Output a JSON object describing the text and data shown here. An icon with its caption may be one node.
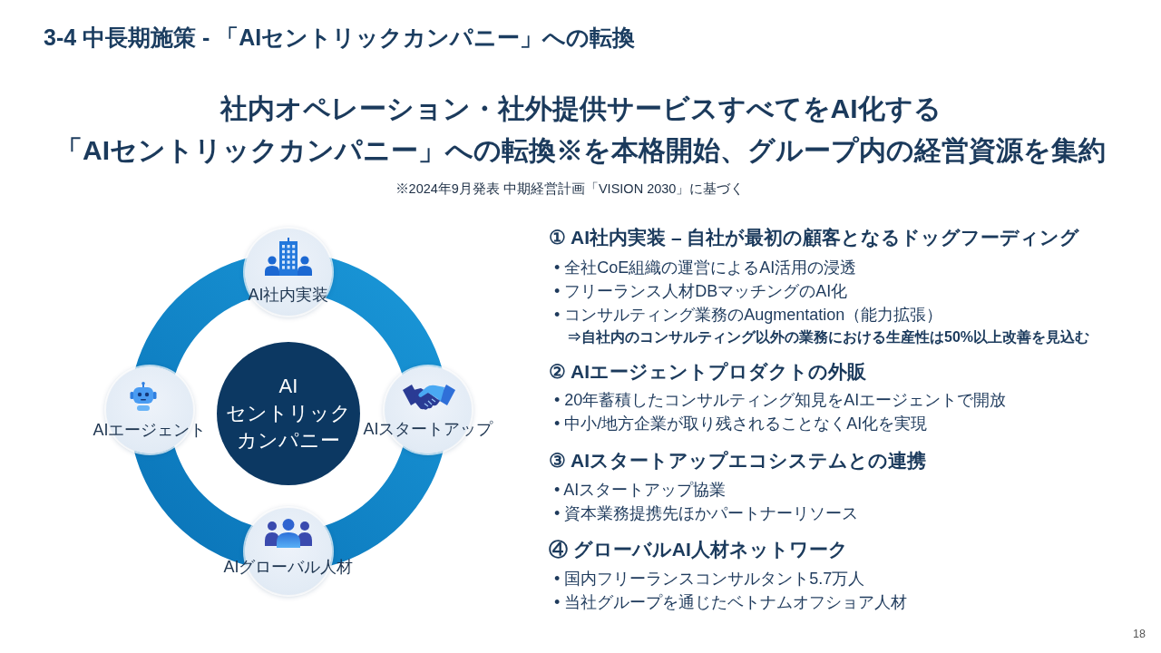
{
  "diagram": {
    "title": "3-4 中長期施策 - 「AIセントリックカンパニー」への転換",
    "nodes": [
      {
        "text": [
          "AI社内実装"
        ]
      },
      {
        "text": [
          "AIエージェント"
        ]
      },
      {
        "text": [
          "AIセントリックカンパニー"
        ]
      },
      {
        "text": [
          "AIスタートアップ"
        ]
      },
      {
        "text": [
          "AIグローバル人材"
        ]
      }
    ],
    "edges": [
      {
        "from": 0,
        "to": 3,
        "arrow": "none",
        "style": "thick"
      },
      {
        "from": 3,
        "to": 4,
        "arrow": "none",
        "style": "thick"
      },
      {
        "from": 4,
        "to": 1,
        "arrow": "none",
        "style": "thick"
      },
      {
        "from": 1,
        "to": 0,
        "arrow": "none",
        "style": "thick"
      }
    ],
    "labels": [
      "社内オペレーション・社外提供サービスすべてをAI化する「AIセントリックカンパニー」への転換※を本格開始、グループ内の経営資源を集約",
      "※2024年9月発表 中期経営計画「VISION 2030」に基づく",
      "① AI社内実装 – 自社が最初の顧客となるドッグフーディング",
      "• 全社CoE組織の運営によるAI活用の浸透",
      "• フリーランス人材DBマッチングのAI化",
      "• コンサルティング業務のAugmentation（能力拡張）",
      "⇒自社内のコンサルティング以外の業務における生産性は50%以上改善を見込む",
      "② AIエージェントプロダクトの外販",
      "• 20年蓄積したコンサルティング知見をAIエージェントで開放",
      "• 中小/地方企業が取り残されることなくAI化を実現",
      "③ AIスタートアップエコシステムとの連携",
      "• AIスタートアップ協業",
      "• 資本業務提携先ほかパートナーリソース",
      "④ グローバルAI人材ネットワーク",
      "• 国内フリーランスコンサルタント5.7万人",
      "• 当社グループを通じたベトナムオフショア人材",
      "18"
    ]
  }
}
